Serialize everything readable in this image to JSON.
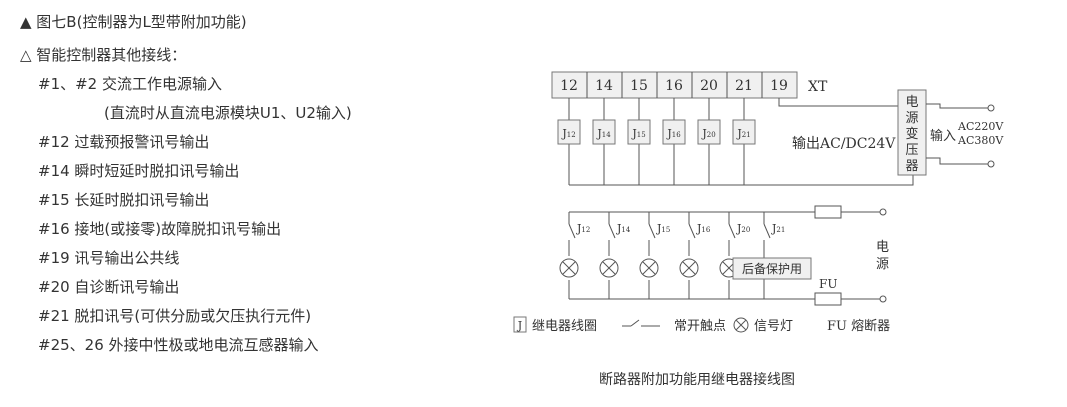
{
  "notes": {
    "title": "▲ 图七B(控制器为L型带附加功能)",
    "subtitle": "△ 智能控制器其他接线：",
    "items": [
      "#1、#2 交流工作电源输入",
      "(直流时从直流电源模块U1、U2输入)",
      "#12 过载预报警讯号输出",
      "#14 瞬时短延时脱扣讯号输出",
      "#15 长延时脱扣讯号输出",
      "#16 接地(或接零)故障脱扣讯号输出",
      "#19 讯号输出公共线",
      "#20 自诊断讯号输出",
      "#21 脱扣讯号(可供分励或欠压执行元件)",
      "#25、26 外接中性极或地电流互感器输入"
    ]
  },
  "diagram": {
    "terminals": [
      "12",
      "14",
      "15",
      "16",
      "20",
      "21",
      "19"
    ],
    "terminal_block_label": "XT",
    "coils": [
      {
        "main": "J",
        "sub": "12"
      },
      {
        "main": "J",
        "sub": "14"
      },
      {
        "main": "J",
        "sub": "15"
      },
      {
        "main": "J",
        "sub": "16"
      },
      {
        "main": "J",
        "sub": "20"
      },
      {
        "main": "J",
        "sub": "21"
      }
    ],
    "output_label": "输出AC/DC24V",
    "transformer_label": [
      "电",
      "源",
      "变",
      "压",
      "器"
    ],
    "input_label": "输入",
    "ac_inputs": [
      "AC220V",
      "AC380V"
    ],
    "contacts": [
      {
        "main": "J",
        "sub": "12"
      },
      {
        "main": "J",
        "sub": "14"
      },
      {
        "main": "J",
        "sub": "15"
      },
      {
        "main": "J",
        "sub": "16"
      },
      {
        "main": "J",
        "sub": "20"
      },
      {
        "main": "J",
        "sub": "21"
      }
    ],
    "backup_label": "后备保护用",
    "fuse_label": "FU",
    "power_label": [
      "电",
      "源"
    ],
    "legend": {
      "coil_symbol": "J",
      "coil_text": "继电器线圈",
      "contact_text": "常开触点",
      "lamp_text": "信号灯",
      "fuse_text": "FU 熔断器"
    },
    "caption": "断路器附加功能用继电器接线图"
  }
}
